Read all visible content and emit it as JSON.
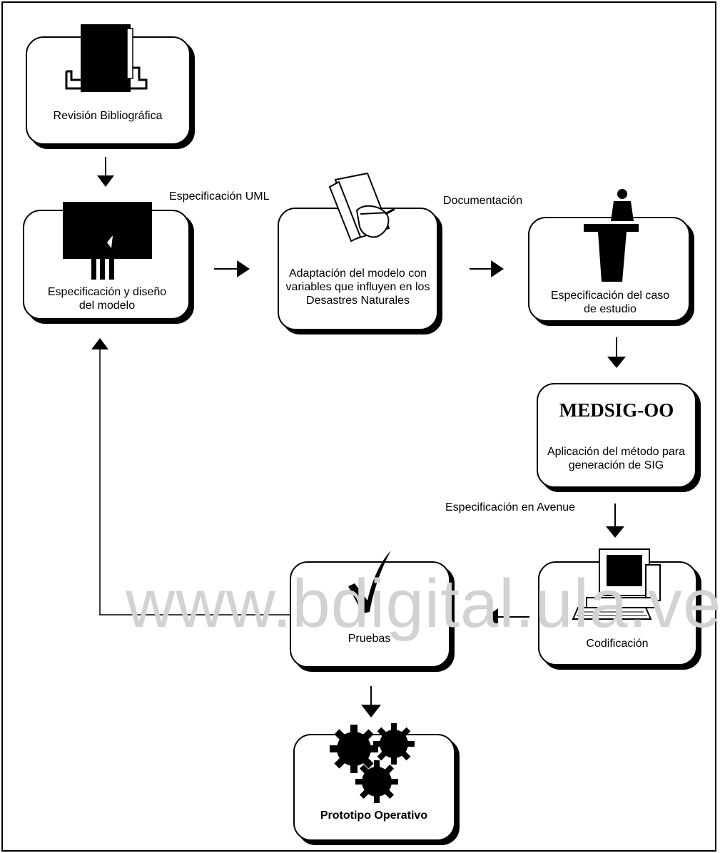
{
  "nodes": {
    "revision": {
      "label": "Revisión Bibliográfica",
      "icon": "book-icon"
    },
    "especificacion_modelo": {
      "label": "Especificación y diseño del modelo",
      "icon": "presentation-board-icon"
    },
    "adaptacion": {
      "label": "Adaptación del modelo con variables que influyen en los Desastres Naturales",
      "icon": "writing-hand-icon"
    },
    "caso_estudio": {
      "label": "Especificación del caso de estudio",
      "icon": "speaker-podium-icon"
    },
    "medsig": {
      "title": "MEDSIG-OO",
      "label": "Aplicación del método para generación de SIG"
    },
    "codificacion": {
      "label": "Codificación",
      "icon": "computer-icon"
    },
    "pruebas": {
      "label": "Pruebas",
      "icon": "checkmark-icon"
    },
    "prototipo": {
      "label": "Prototipo Operativo",
      "icon": "gears-icon"
    }
  },
  "edge_labels": {
    "uml": "Especificación UML",
    "documentacion": "Documentación",
    "avenue": "Especificación en Avenue"
  },
  "watermark": "www.bdigital.ula.ve"
}
